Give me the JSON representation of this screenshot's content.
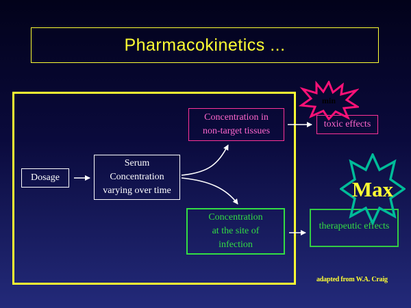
{
  "slide": {
    "title": "Pharmacokinetics ...",
    "credit": "adapted from W.A. Craig"
  },
  "diagram": {
    "nodes": {
      "dosage": "Dosage",
      "serum": "Serum\nConcentration\nvarying over time",
      "non_target": "Concentration in\nnon-target tissues",
      "infection_site": "Concentration\nat the site of\ninfection",
      "toxic": "toxic effects",
      "therapeutic": "therapeutic effects"
    },
    "badges": {
      "min": "min",
      "max": "Max"
    }
  },
  "colors": {
    "accent_yellow": "#ffff33",
    "toxic_pink": "#ff3399",
    "therapeutic_green": "#33dd44",
    "star_teal": "#00bb99"
  },
  "icons": {
    "min_badge": "burst-star-icon",
    "max_badge": "eight-point-star-icon"
  }
}
